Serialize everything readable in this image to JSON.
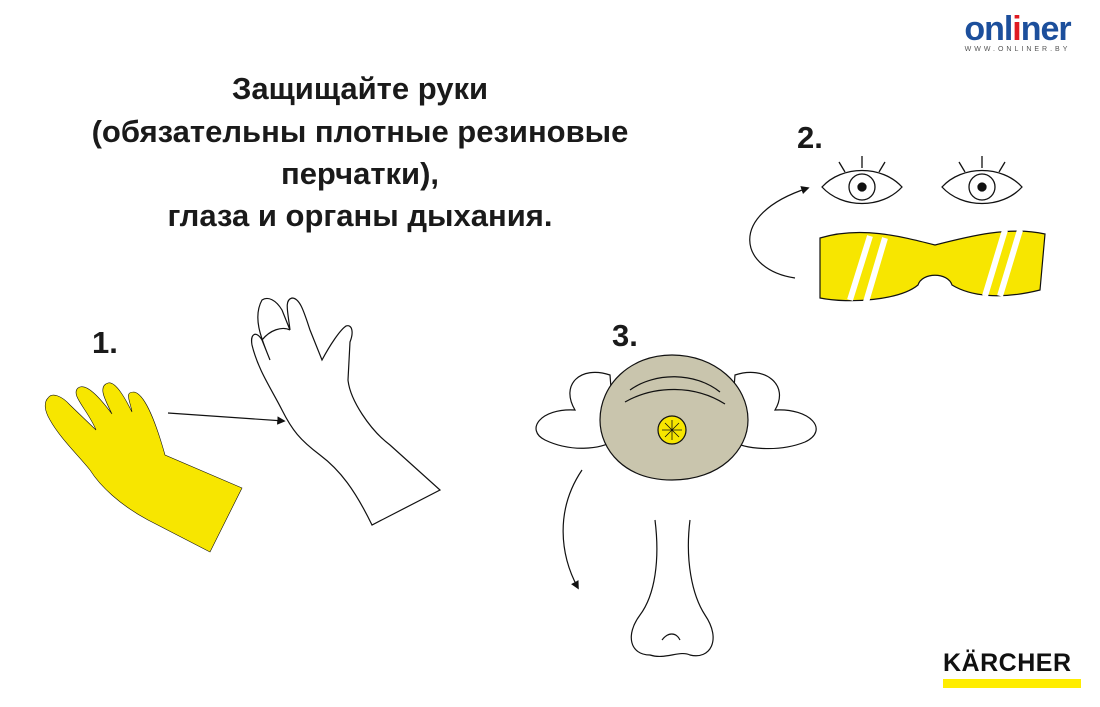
{
  "title_lines": [
    "Защищайте руки",
    "(обязательны плотные резиновые",
    "перчатки),",
    "глаза и органы дыхания."
  ],
  "steps": [
    "1.",
    "2.",
    "3."
  ],
  "logos": {
    "onliner": {
      "word_pre": "onl",
      "word_i": "i",
      "word_post": "ner",
      "url": "WWW.ONLINER.BY"
    },
    "karcher": "KÄRCHER"
  },
  "colors": {
    "yellow": "#f7e600",
    "mask": "#c9c5ad",
    "onliner_blue": "#1c4f9c",
    "onliner_red": "#e01b22"
  }
}
